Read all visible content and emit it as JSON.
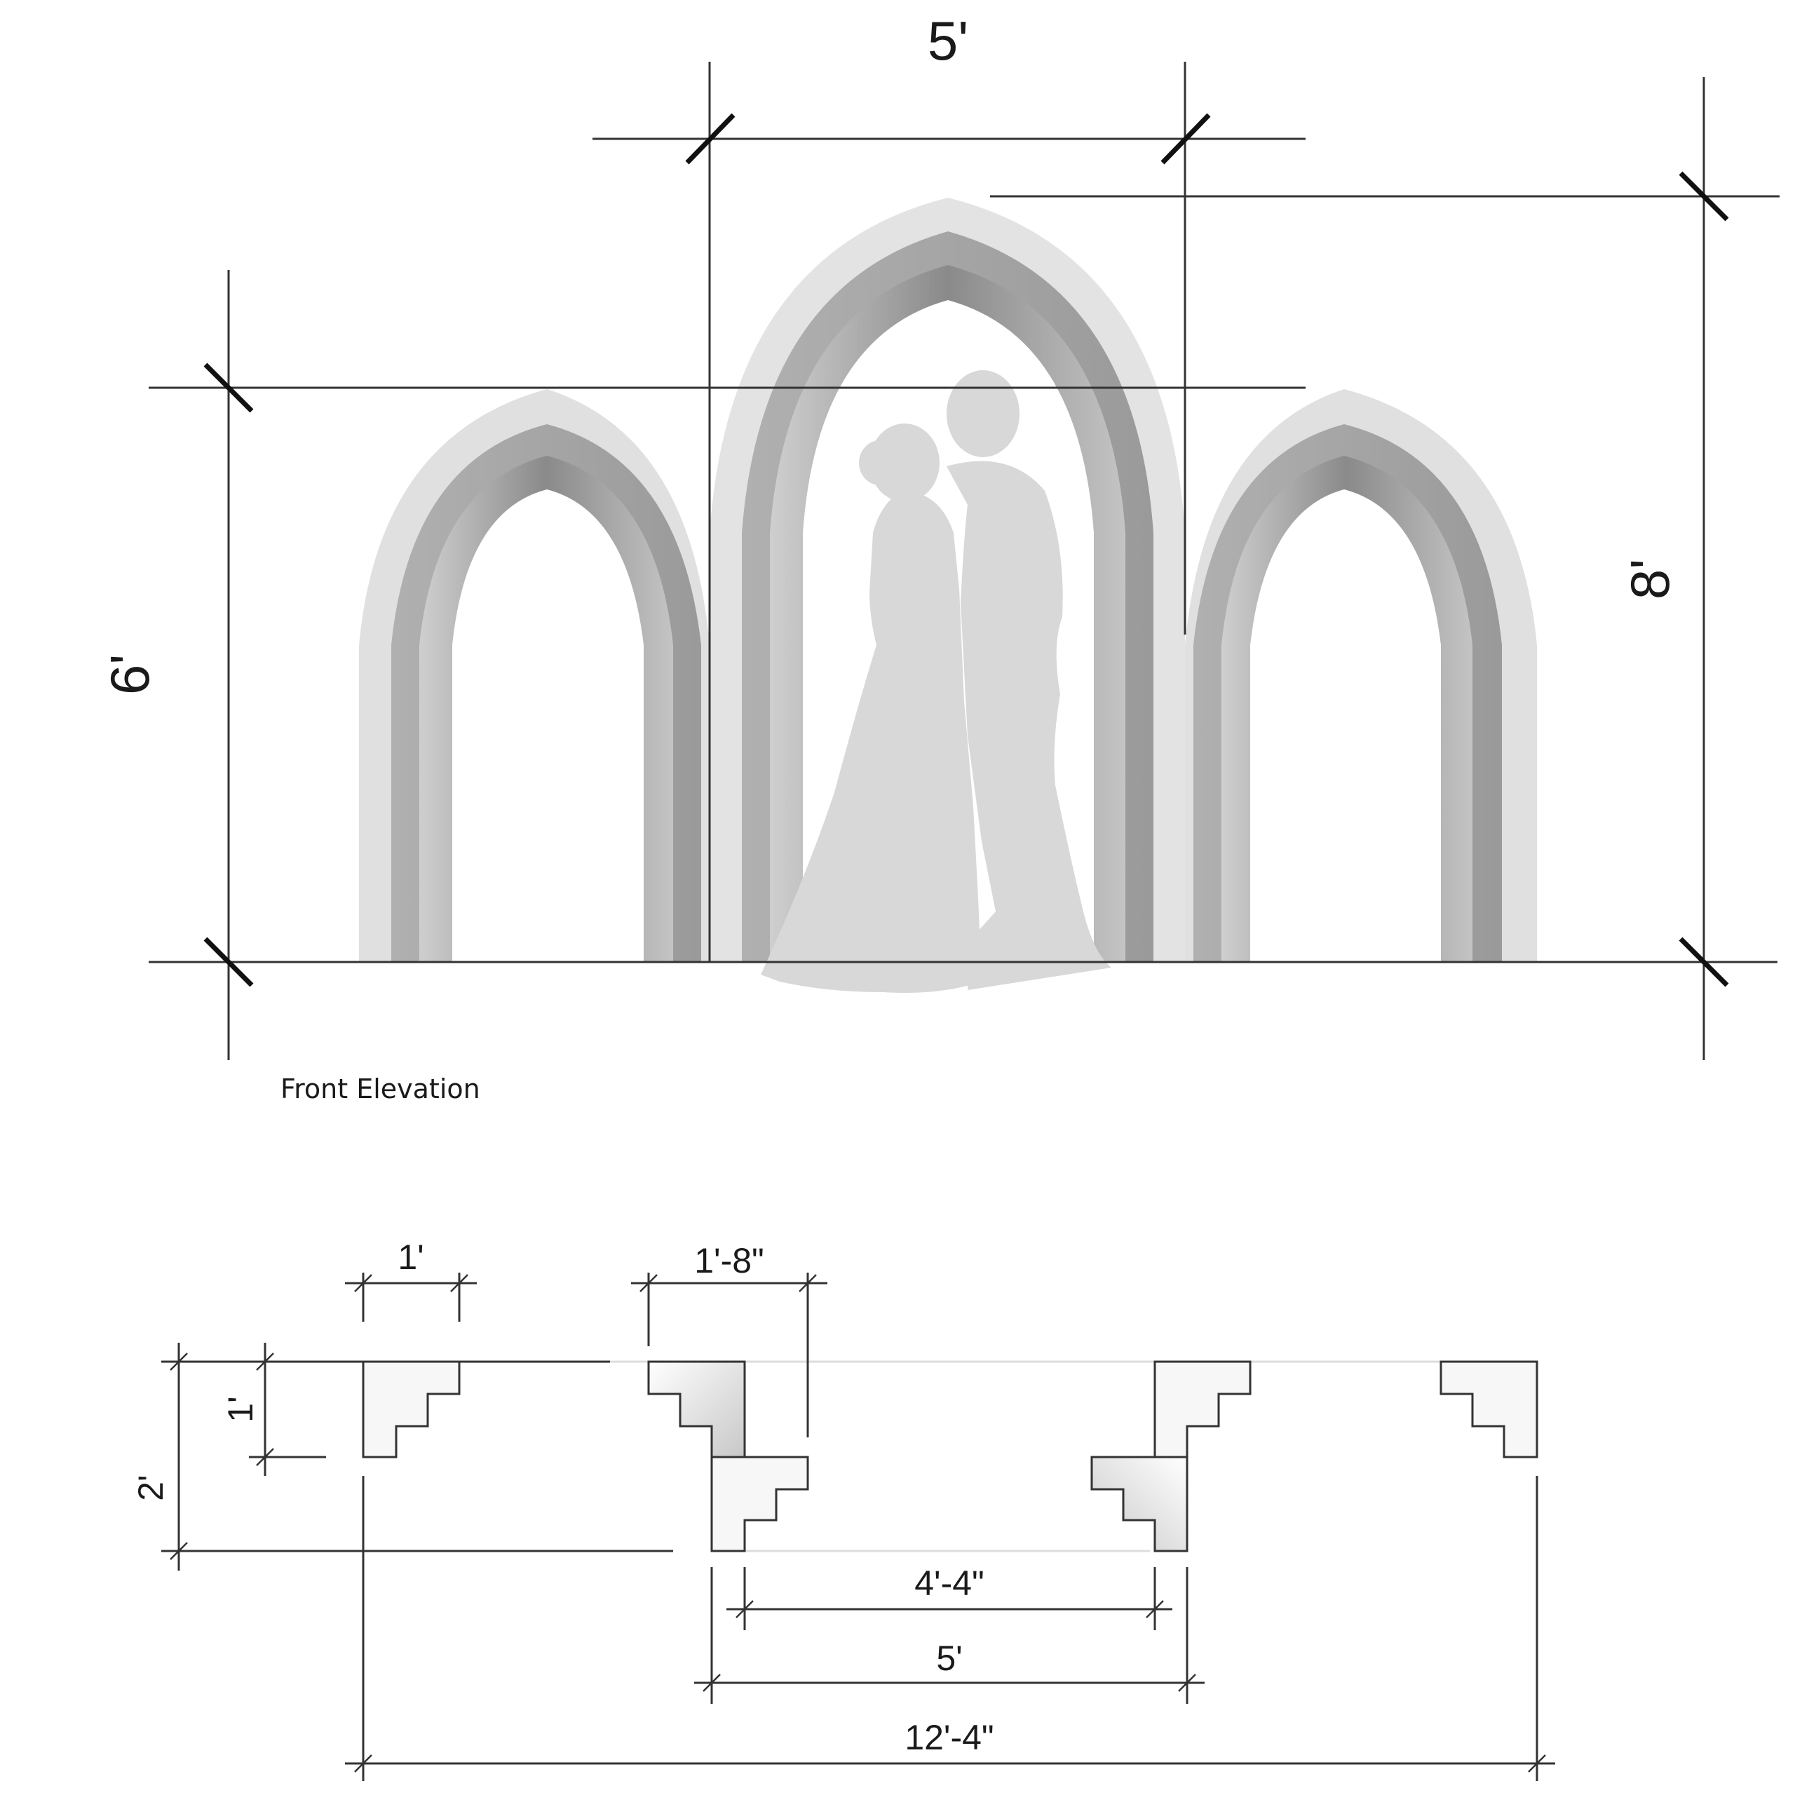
{
  "front_elevation": {
    "caption": "Front Elevation",
    "dims": {
      "top_width": "5'",
      "left_height": "6'",
      "right_height": "8'"
    }
  },
  "plan_view": {
    "dims": {
      "block_width": "1'",
      "block_depth": "1'",
      "offset_width": "1'-8\"",
      "total_depth": "2'",
      "inner_opening": "4'-4\"",
      "center_width": "5'",
      "overall_width": "12'-4\""
    }
  }
}
